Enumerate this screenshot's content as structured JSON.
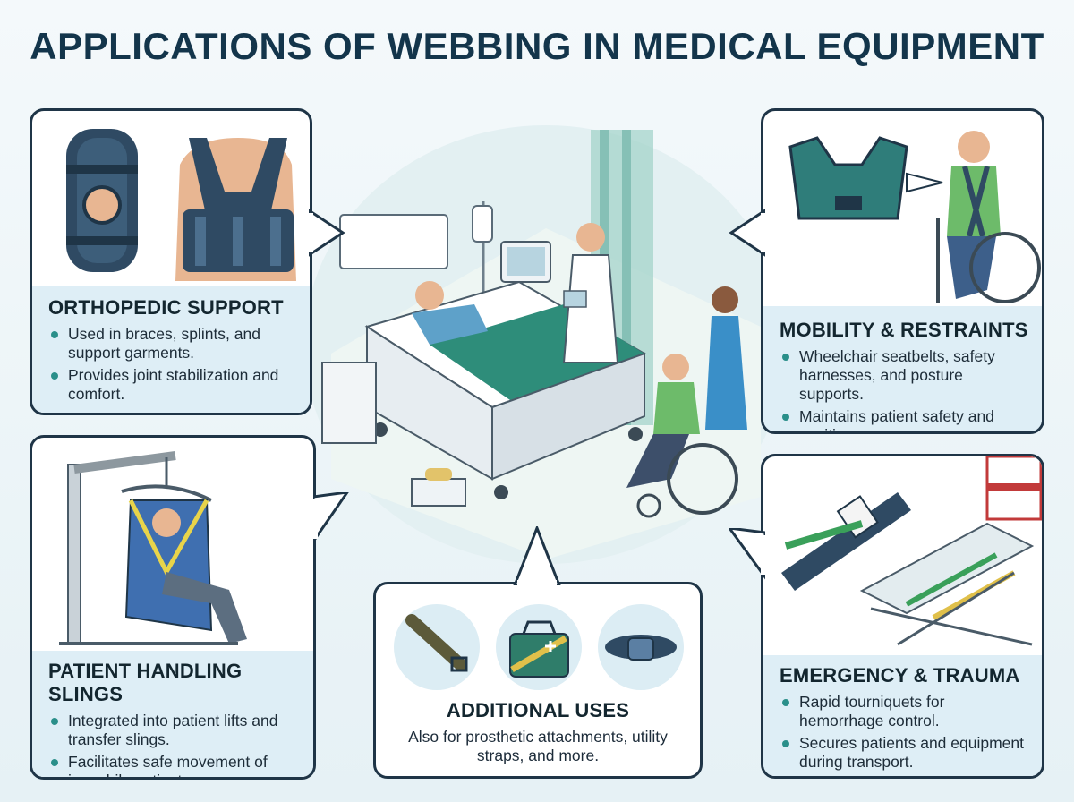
{
  "title": "APPLICATIONS OF WEBBING IN MEDICAL EQUIPMENT",
  "sections": {
    "orthopedic": {
      "heading": "ORTHOPEDIC SUPPORT",
      "points": [
        "Used in braces, splints, and support garments.",
        "Provides joint stabilization and comfort."
      ]
    },
    "mobility": {
      "heading": "MOBILITY & RESTRAINTS",
      "points": [
        "Wheelchair seatbelts, safety harnesses, and posture supports.",
        "Maintains patient safety and position."
      ]
    },
    "slings": {
      "heading": "PATIENT HANDLING SLINGS",
      "points": [
        "Integrated into patient lifts and transfer slings.",
        "Facilitates safe movement of immobile patients."
      ]
    },
    "emergency": {
      "heading": "EMERGENCY & TRAUMA",
      "points": [
        "Rapid tourniquets for hemorrhage control.",
        "Secures patients and equipment during transport."
      ]
    },
    "additional": {
      "heading": "ADDITIONAL USES",
      "body": "Also for prosthetic attachments, utility straps, and more."
    }
  },
  "icons": [
    "knee-brace-icon",
    "back-brace-icon",
    "vest-harness-icon",
    "wheelchair-icon",
    "patient-lift-icon",
    "tourniquet-icon",
    "stretcher-icon",
    "strap-icon",
    "medical-bag-icon",
    "wrist-band-icon"
  ],
  "colors": {
    "accent": "#2a8f8a",
    "navy": "#13354b",
    "webbing": "#2f4a63",
    "caption_bg": "#deeef6"
  }
}
